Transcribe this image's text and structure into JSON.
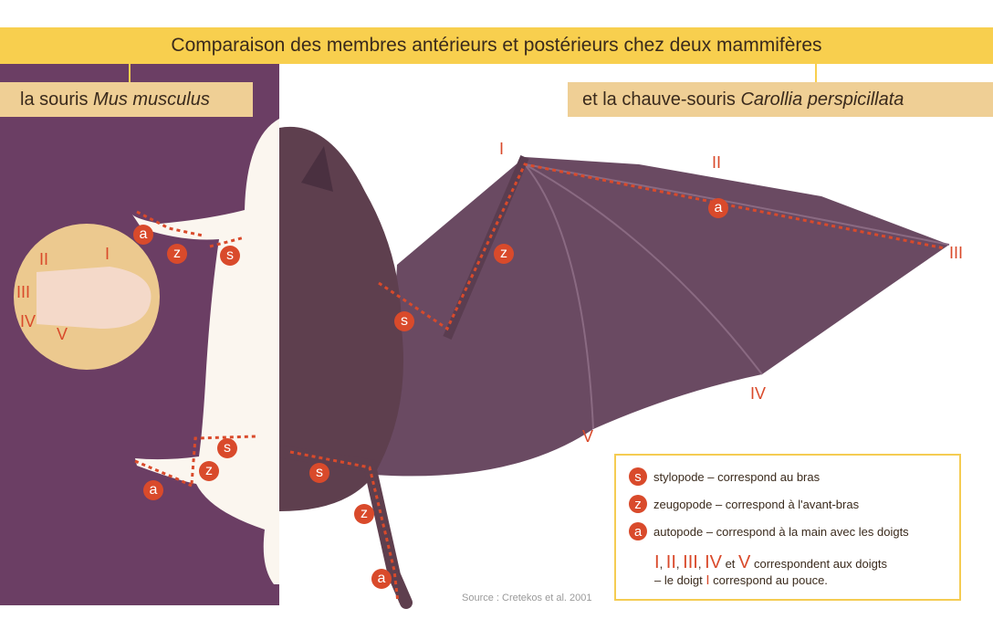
{
  "title": "Comparaison des membres antérieurs et postérieurs chez deux mammifères",
  "mouse_label": {
    "prefix": "la souris ",
    "species": "Mus musculus"
  },
  "bat_label": {
    "prefix": "et la chauve-souris ",
    "species": "Carollia perspicillata"
  },
  "segment_letters": {
    "s": "s",
    "z": "z",
    "a": "a"
  },
  "mouse_digits": [
    "I",
    "II",
    "III",
    "IV",
    "V"
  ],
  "bat_digits": [
    "I",
    "II",
    "III",
    "IV",
    "V"
  ],
  "legend": {
    "s_text": "stylopode – correspond au bras",
    "z_text": "zeugopode – correspond à l'avant-bras",
    "a_text": "autopode – correspond à la main avec les doigts",
    "digits_roman": [
      "I",
      "II",
      "III",
      "IV",
      "V"
    ],
    "digits_sep": ", ",
    "digits_and": " et ",
    "digits_text": " correspondent aux doigts",
    "thumb_prefix": "– le doigt ",
    "thumb_digit": "I",
    "thumb_suffix": " correspond au pouce."
  },
  "source": "Source : Cretekos et al. 2001",
  "colors": {
    "title_bar": "#f8cf4e",
    "sub_label": "#efcf95",
    "mouse_bg": "#6b3e64",
    "bat_body": "#5e3f4e",
    "bat_wing": "#6a4a62",
    "marker": "#d94a2b",
    "legend_border": "#f5cc52"
  }
}
